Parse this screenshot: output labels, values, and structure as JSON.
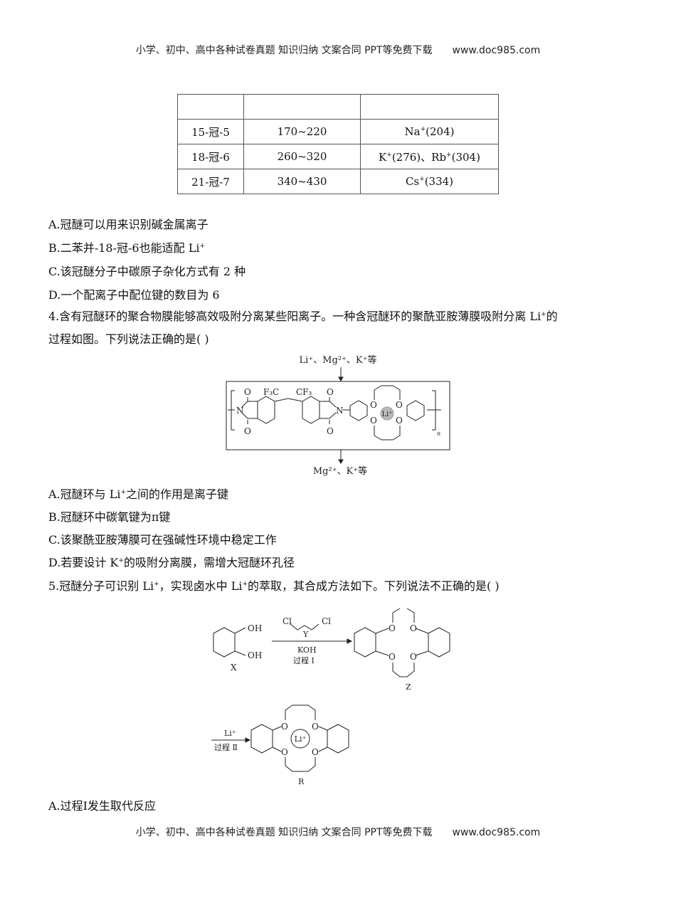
{
  "header": {
    "text": "小学、初中、高中各种试卷真题  知识归纳  文案合同  PPT等免费下载",
    "url": "www.doc985.com"
  },
  "footer": {
    "text": "小学、初中、高中各种试卷真题  知识归纳  文案合同  PPT等免费下载",
    "url": "www.doc985.com"
  },
  "crown_table": {
    "headers": [
      "",
      "",
      ""
    ],
    "rows": [
      {
        "name": "15-冠-5",
        "range": "170~220",
        "ion": "Na",
        "ion_sup": "+",
        "ion_rest": "(204)"
      },
      {
        "name": "18-冠-6",
        "range": "260~320",
        "ion": "K",
        "ion_sup": "+",
        "ion_rest": "(276)、Rb",
        "ion2_sup": "+",
        "ion2_rest": "(304)"
      },
      {
        "name": "21-冠-7",
        "range": "340~430",
        "ion": "Cs",
        "ion_sup": "+",
        "ion_rest": "(334)"
      }
    ]
  },
  "q3_options": {
    "A": "A.冠醚可以用来识别碱金属离子",
    "B": "B.二苯并-18-冠-6也能适配 Li",
    "B_sup": "+",
    "C": "C.该冠醚分子中碳原子杂化方式有 2 种",
    "D": "D.一个配离子中配位键的数目为 6"
  },
  "q4": {
    "stem_line1_a": "4.含有冠醚环的聚合物膜能够高效吸附分离某些阳离子。一种含冠醚环的聚酰亚胺薄膜吸附分离 Li",
    "stem_line1_sup": "+",
    "stem_line1_b": "的",
    "stem_line2": "过程如图。下列说法正确的是(        )",
    "figure": {
      "top_label": "Li⁺、Mg²⁺、K⁺等",
      "bottom_label": "Mg²⁺、K⁺等",
      "cf3_left": "F₃C",
      "cf3_right": "CF₃",
      "center_ion": "Li⁺",
      "repeat": "n"
    },
    "options": {
      "A_a": "A.冠醚环与 Li",
      "A_sup": "+",
      "A_b": "之间的作用是离子键",
      "B": "B.冠醚环中碳氧键为π键",
      "C": "C.该聚酰亚胺薄膜可在强碱性环境中稳定工作",
      "D_a": "D.若要设计 K",
      "D_sup": "+",
      "D_b": "的吸附分离膜，需增大冠醚环孔径"
    }
  },
  "q5": {
    "stem_a": "5.冠醚分子可识别 Li",
    "stem_sup1": "+",
    "stem_b": "，实现卤水中 Li",
    "stem_sup2": "+",
    "stem_c": "的萃取，其合成方法如下。下列说法不正确的是(        )",
    "scheme": {
      "reactant_label": "X",
      "oh": "OH",
      "reagent_label": "Y",
      "cl": "Cl",
      "conditions_1": "KOH",
      "step_1": "过程 Ⅰ",
      "product_label": "Z",
      "reagent_2": "Li⁺",
      "step_2": "过程 Ⅱ",
      "complex_label": "R",
      "complex_ion": "Li⁺",
      "oxygen": "O"
    },
    "options": {
      "A": "A.过程Ⅰ发生取代反应"
    }
  }
}
